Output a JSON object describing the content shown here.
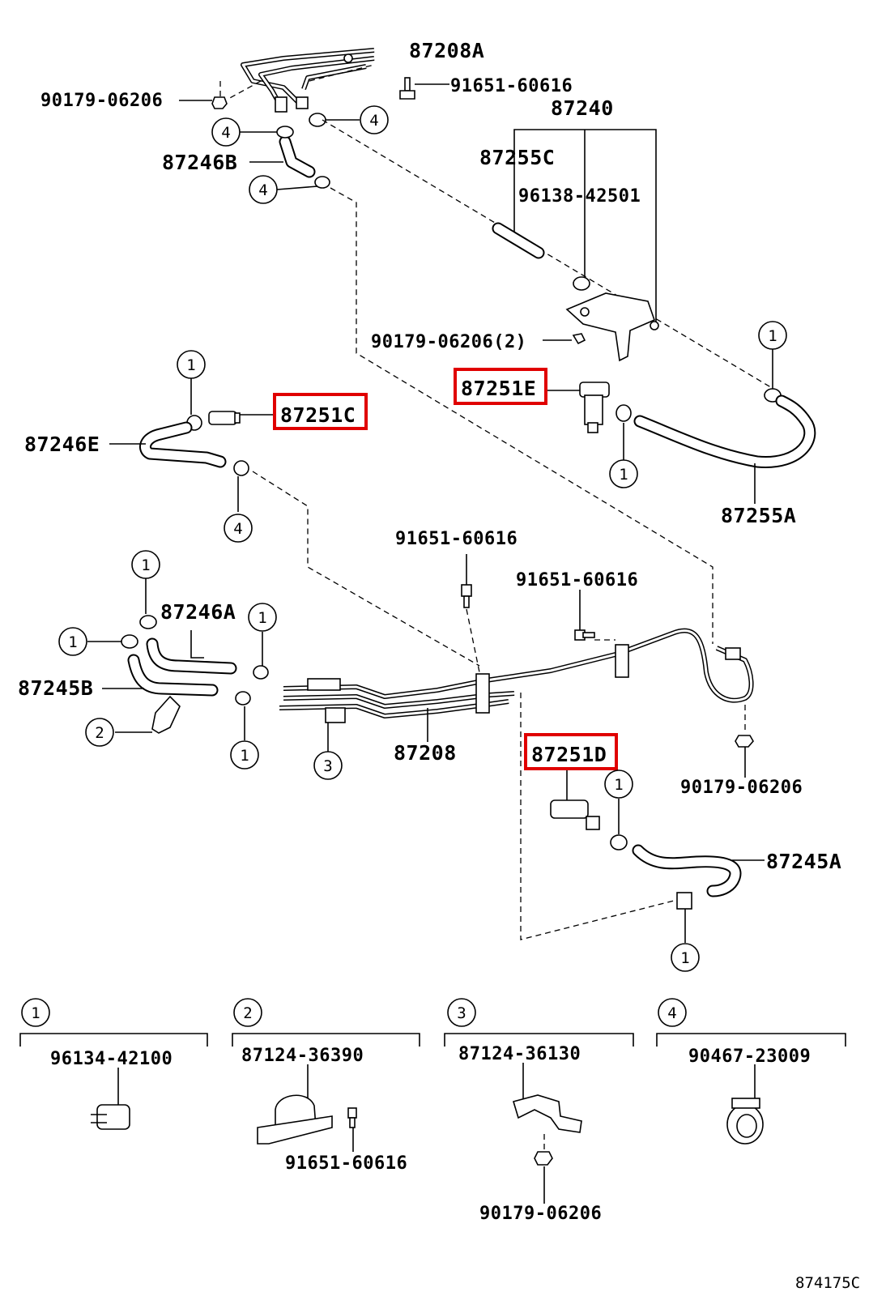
{
  "diagram": {
    "highlight_color": "#e00000",
    "part_labels": {
      "p87208A": "87208A",
      "p90179_06206_top": "90179-06206",
      "p91651_60616_top": "91651-60616",
      "p87240": "87240",
      "p87246B": "87246B",
      "p87255C": "87255C",
      "p96138_42501": "96138-42501",
      "p90179_06206_2": "90179-06206(2)",
      "p87251E": "87251E",
      "p87251C": "87251C",
      "p87246E": "87246E",
      "p87255A": "87255A",
      "p91651_60616_mid": "91651-60616",
      "p91651_60616_right": "91651-60616",
      "p87246A": "87246A",
      "p87245B": "87245B",
      "p87208": "87208",
      "p87251D": "87251D",
      "p90179_06206_right": "90179-06206",
      "p87245A": "87245A"
    },
    "callouts": {
      "c1": "1",
      "c2": "2",
      "c3": "3",
      "c4": "4"
    },
    "legend": [
      {
        "key": "1",
        "part": "96134-42100",
        "sub": ""
      },
      {
        "key": "2",
        "part": "87124-36390",
        "sub": "91651-60616"
      },
      {
        "key": "3",
        "part": "87124-36130",
        "sub": "90179-06206"
      },
      {
        "key": "4",
        "part": "90467-23009",
        "sub": ""
      }
    ],
    "figure_ref": "874175C"
  }
}
